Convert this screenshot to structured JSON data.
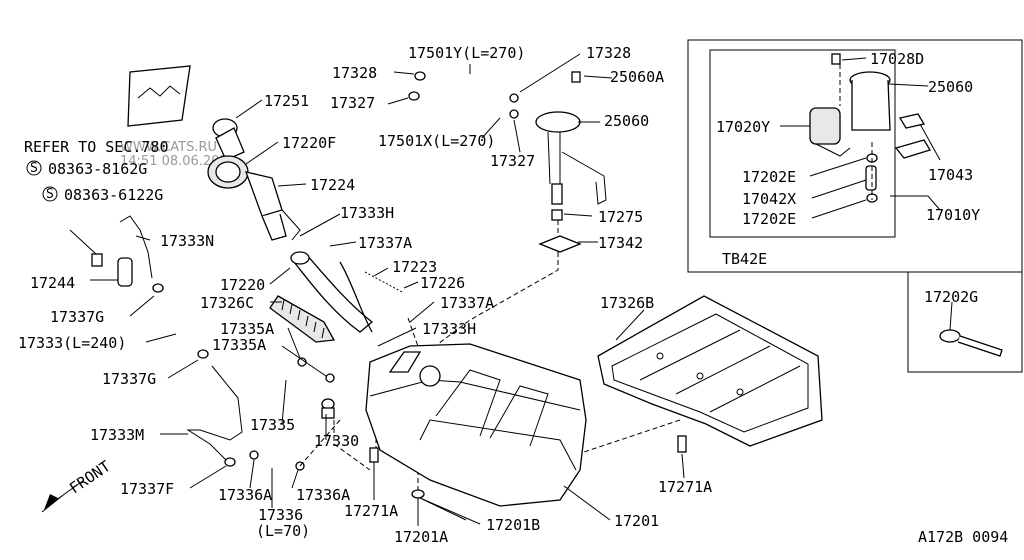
{
  "labels": {
    "p17501y": "17501Y(L=270)",
    "p17328a": "17328",
    "p17328b": "17328",
    "p25060a": "25060A",
    "p17327a": "17327",
    "p17501x": "17501X(L=270)",
    "p25060b": "25060",
    "p17327b": "17327",
    "p17251": "17251",
    "p17220f": "17220F",
    "refer": "REFER TO SEC.780",
    "bolt1": "08363-8162G",
    "bolt2": "08363-6122G",
    "p17224": "17224",
    "p17333h1": "17333H",
    "p17333n": "17333N",
    "p17337a1": "17337A",
    "p17223": "17223",
    "p17244": "17244",
    "p17220": "17220",
    "p17226": "17226",
    "p17275": "17275",
    "p17342": "17342",
    "p17337g1": "17337G",
    "p17326c": "17326C",
    "p17337a2": "17337A",
    "p17333l240": "17333(L=240)",
    "p17335a1": "17335A",
    "p17333h2": "17333H",
    "p17335a2": "17335A",
    "p17337g2": "17337G",
    "p17326b": "17326B",
    "p17335": "17335",
    "p17333m": "17333M",
    "p17330": "17330",
    "p17337f": "17337F",
    "p17336a1": "17336A",
    "p17336a2": "17336A",
    "p17336": "17336",
    "p17336l": "(L=70)",
    "p17271a1": "17271A",
    "p17271a2": "17271A",
    "p17201b": "17201B",
    "p17201": "17201",
    "p17201a": "17201A",
    "front": "FRONT",
    "inset_tb42e": {
      "p17028d": "17028D",
      "p25060": "25060",
      "p17020y": "17020Y",
      "p17202e1": "17202E",
      "p17043": "17043",
      "p17042x": "17042X",
      "p17202e2": "17202E",
      "p17010y": "17010Y",
      "engine": "TB42E"
    },
    "inset_clip": {
      "p17202g": "17202G"
    },
    "figure_code": "A172B 0094"
  },
  "watermark": {
    "site": "WWW.CATS.RU",
    "time": "14:51 08.06.2021"
  }
}
